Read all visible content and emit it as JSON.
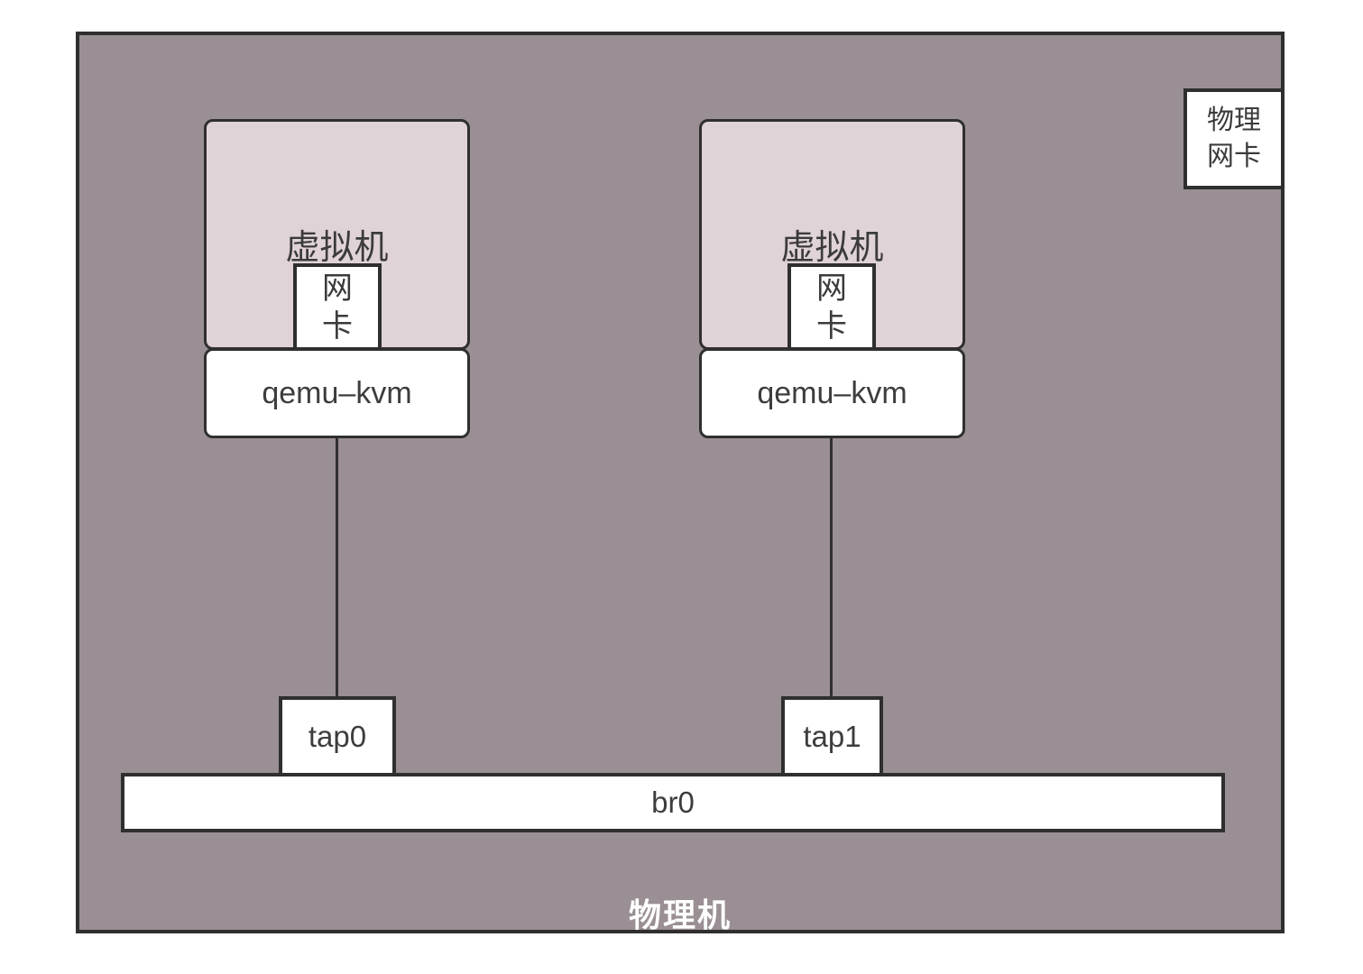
{
  "host": {
    "label": "物理机"
  },
  "physical_nic": {
    "label": "物理网卡"
  },
  "vms": [
    {
      "vm_label": "虚拟机",
      "nic_label": "网卡",
      "hypervisor_label": "qemu–kvm",
      "tap_label": "tap0"
    },
    {
      "vm_label": "虚拟机",
      "nic_label": "网卡",
      "hypervisor_label": "qemu–kvm",
      "tap_label": "tap1"
    }
  ],
  "bridge": {
    "label": "br0"
  },
  "colors": {
    "canvas_bg": "#ffffff",
    "host_bg": "#998f94",
    "vm_bg": "#e0d3d8",
    "box_bg": "#ffffff",
    "border": "#2f2f2f",
    "text_dark": "#3b3b3b",
    "host_label_text": "#ffffff"
  }
}
